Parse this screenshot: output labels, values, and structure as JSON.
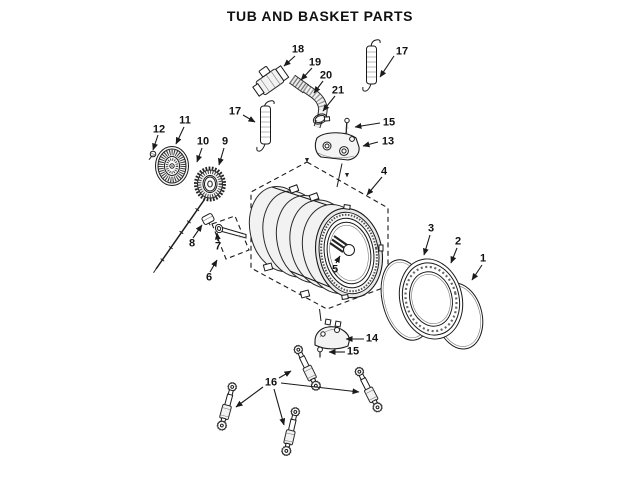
{
  "title": "TUB AND BASKET PARTS",
  "colors": {
    "ink": "#1a1a1a",
    "background": "#ffffff"
  },
  "labels": {
    "1": "1",
    "2": "2",
    "3": "3",
    "4": "4",
    "5": "5",
    "6": "6",
    "7": "7",
    "8": "8",
    "9": "9",
    "10": "10",
    "11": "11",
    "12": "12",
    "13": "13",
    "14": "14",
    "15": "15",
    "16": "16",
    "17": "17",
    "18": "18",
    "19": "19",
    "20": "20",
    "21": "21"
  }
}
